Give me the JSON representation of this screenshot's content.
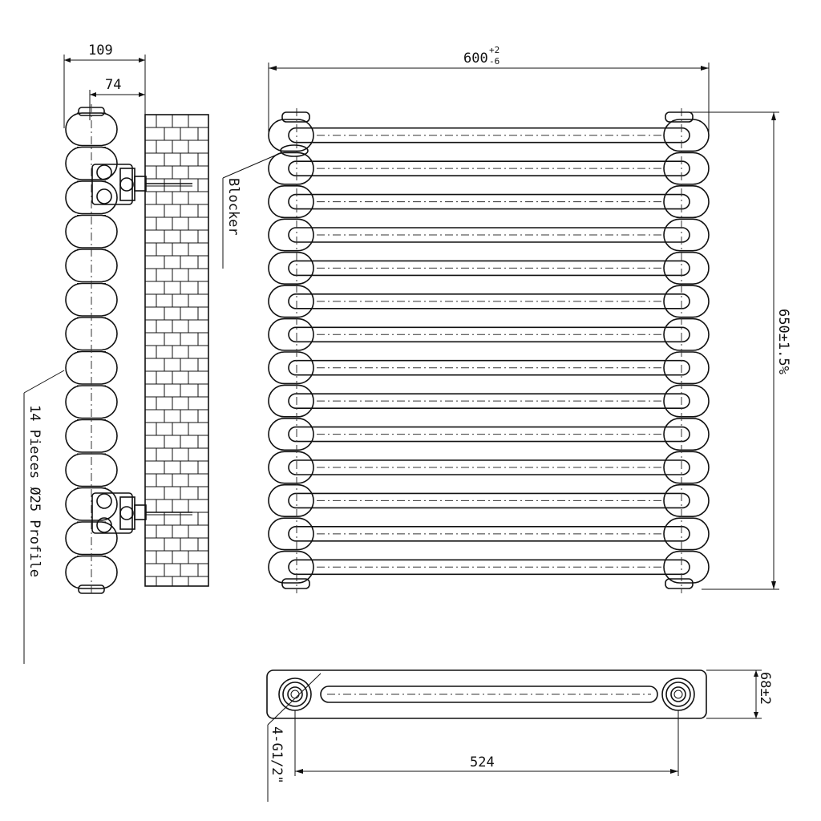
{
  "dimensions": {
    "side_depth": "109",
    "side_bracket": "74",
    "width_main": "600",
    "width_tol_plus": "+2",
    "width_tol_minus": "-6",
    "height": "650±1.5%",
    "centers": "524",
    "bottom_depth": "68±2"
  },
  "labels": {
    "blocker": "Blocker",
    "pieces": "14 Pieces  Ø25 Profile",
    "connections": "4-G1/2\""
  },
  "tube_count": 14
}
